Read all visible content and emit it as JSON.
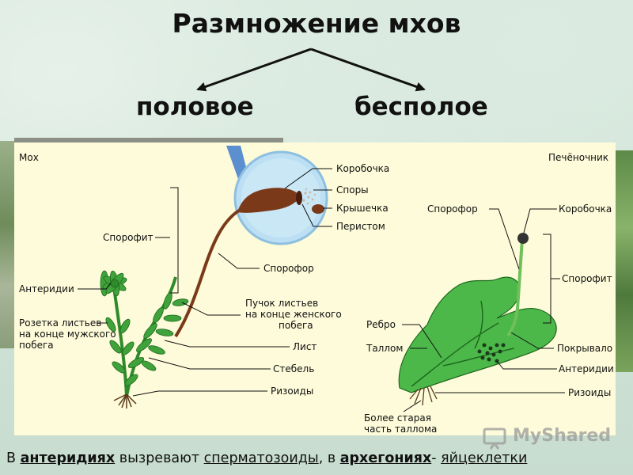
{
  "title": "Размножение мхов",
  "branches": {
    "left": "половое",
    "right": "бесполое"
  },
  "moss": {
    "heading": "Мох",
    "labels": {
      "capsule": "Коробочка",
      "spores": "Споры",
      "lid": "Крышечка",
      "peristome": "Перистом",
      "sporophyte": "Спорофит",
      "sporophore": "Спорофор",
      "antheridia": "Антеридии",
      "male_rosette_1": "Розетка листьев",
      "male_rosette_2": "на конце мужского",
      "male_rosette_3": "побега",
      "female_tuft_1": "Пучок листьев",
      "female_tuft_2": "на конце женского",
      "female_tuft_3": "побега",
      "leaf": "Лист",
      "stem": "Стебель",
      "rhizoids": "Ризоиды"
    }
  },
  "liverwort": {
    "heading": "Печёночник",
    "labels": {
      "sporophore": "Спорофор",
      "capsule": "Коробочка",
      "sporophyte": "Спорофит",
      "rib": "Ребро",
      "thallus": "Таллом",
      "cover": "Покрывало",
      "antheridia": "Антеридии",
      "rhizoids": "Ризоиды",
      "old_part_1": "Более старая",
      "old_part_2": "часть таллома"
    }
  },
  "caption": {
    "p1": "В ",
    "w1": "антеридиях",
    "p2": " вызревают ",
    "w2": "сперматозоиды",
    "p3": ", в ",
    "w3": "архегониях",
    "p4": "- ",
    "w4": "яйцеклетки"
  },
  "watermark": "MyShared",
  "colors": {
    "panel_bg": "#fdfbd9",
    "plant_green": "#3fa23a",
    "capsule_brown": "#7a3a1a",
    "lens_blue": "#a9d4ee"
  }
}
